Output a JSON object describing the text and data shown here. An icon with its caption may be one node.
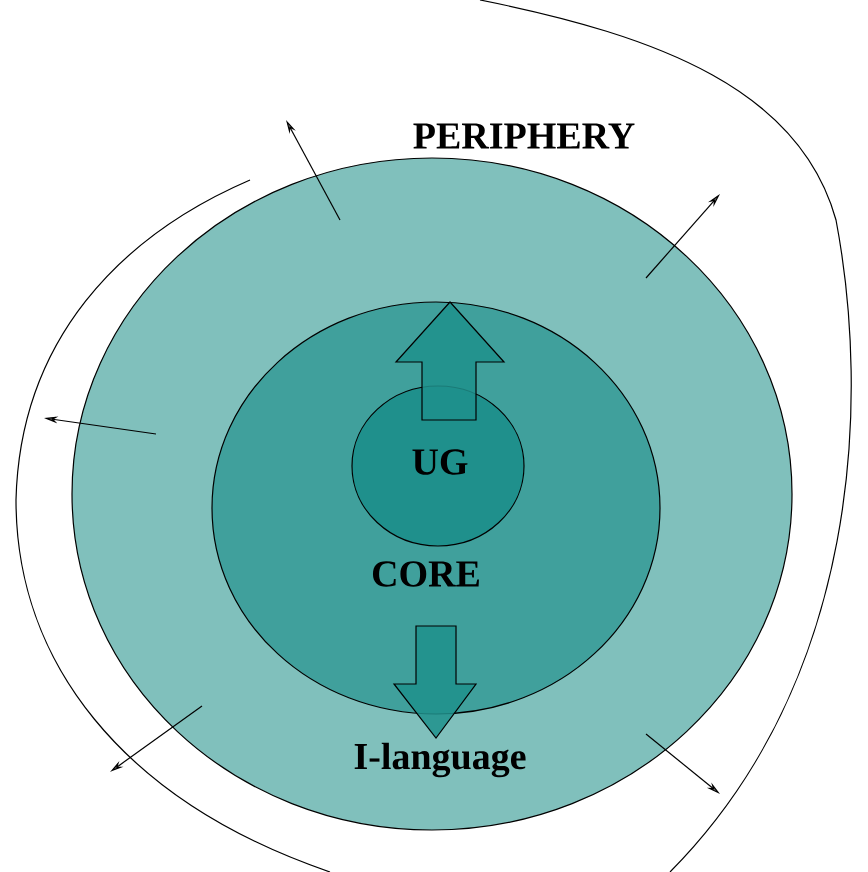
{
  "diagram": {
    "nodes": [
      {
        "text": [
          "PERIPHERY"
        ]
      },
      {
        "text": [
          "CORE"
        ],
        "in": 0
      },
      {
        "text": [
          "UG"
        ],
        "in": 1
      },
      {
        "text": [
          "I-language"
        ],
        "in": 0
      }
    ],
    "edges": [
      {
        "from": 2,
        "to": 1,
        "arrow": "to"
      },
      {
        "from": 1,
        "to": 3,
        "arrow": "to"
      }
    ]
  }
}
